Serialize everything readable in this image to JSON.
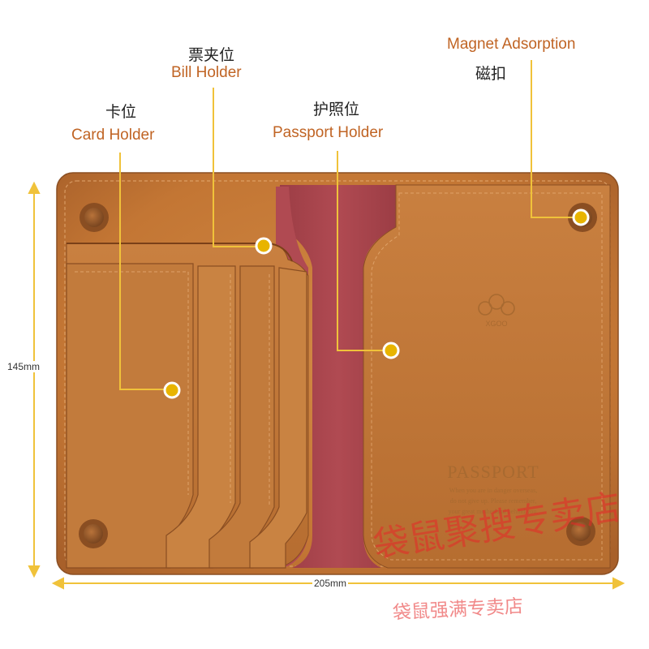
{
  "labels": {
    "card_holder": {
      "cn": "卡位",
      "en": "Card Holder"
    },
    "bill_holder": {
      "cn": "票夹位",
      "en": "Bill Holder"
    },
    "passport_holder": {
      "cn": "护照位",
      "en": "Passport Holder"
    },
    "magnet": {
      "en": "Magnet Adsorption",
      "cn": "磁扣"
    }
  },
  "dimensions": {
    "height": "145mm",
    "width": "205mm"
  },
  "emboss": {
    "brand": "XGOO",
    "title": "PASSPORT",
    "line1": "When you are in danger overseas,",
    "line2": "do not give up. Please remember,",
    "line3": "your great motherland behind you."
  },
  "watermark": {
    "large": "袋鼠聚搜专卖店",
    "small": "袋鼠强满专卖店"
  },
  "colors": {
    "label_en": "#c06424",
    "callout": "#e8b400",
    "leather": "#c47a3c",
    "felt": "#a8434b",
    "watermark": "#e62828"
  }
}
